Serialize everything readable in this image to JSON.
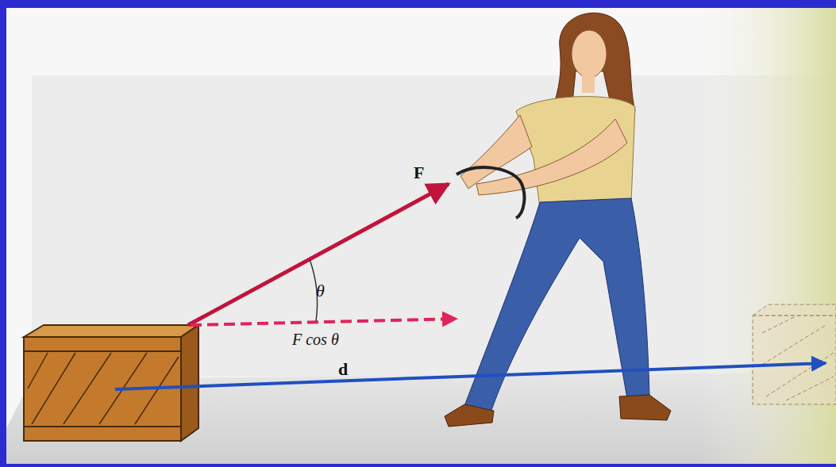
{
  "diagram": {
    "labels": [
      "F",
      "θ",
      "F cos θ",
      "d"
    ]
  }
}
